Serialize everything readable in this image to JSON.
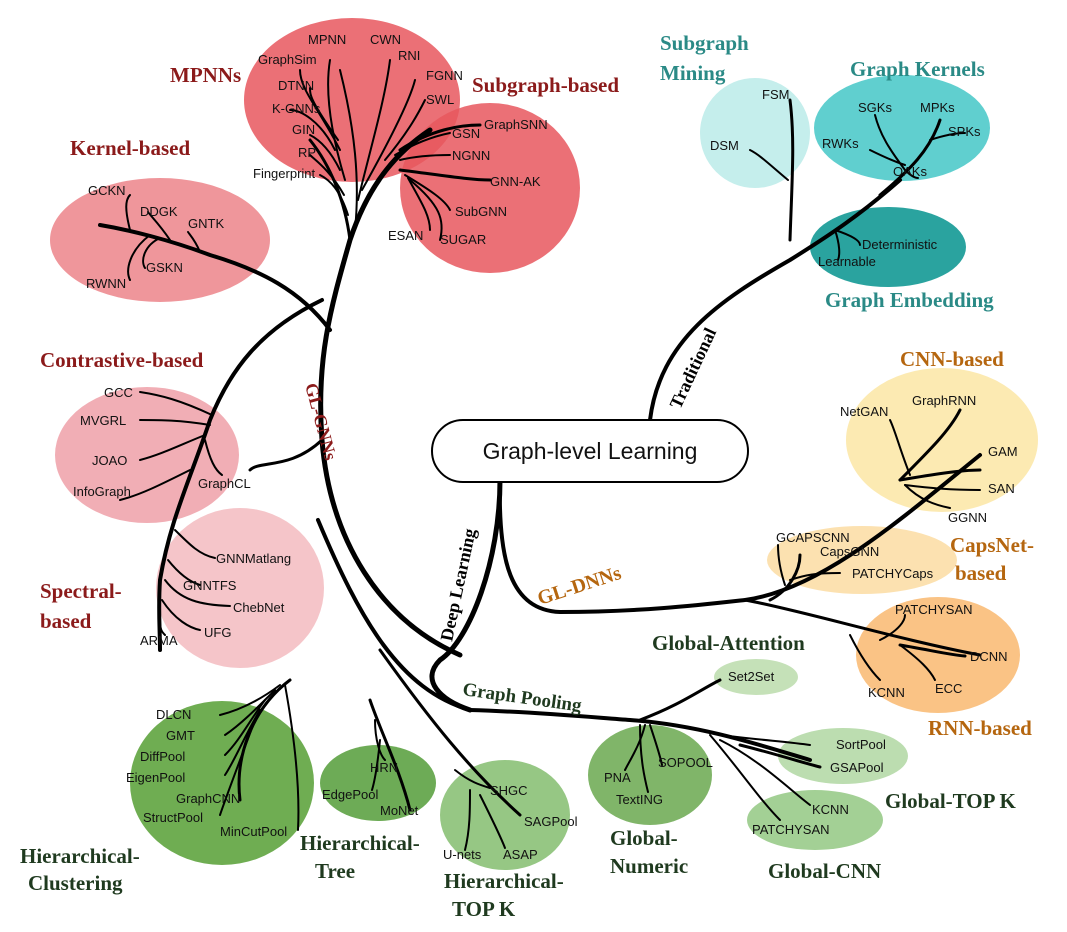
{
  "root": "Graph-level Learning",
  "branches": {
    "traditional": "Traditional",
    "deep_learning": "Deep Learning",
    "gl_gnns": "GL-GNNs",
    "gl_dnns": "GL-DNNs",
    "graph_pooling": "Graph Pooling"
  },
  "groups": {
    "mpnns": {
      "title": "MPNNs",
      "items": [
        "MPNN",
        "CWN",
        "GraphSim",
        "RNI",
        "DTNN",
        "K-GNNs",
        "GIN",
        "RP",
        "Fingerprint"
      ]
    },
    "subgraph_based": {
      "title": "Subgraph-based",
      "items": [
        "FGNN",
        "SWL",
        "GraphSNN",
        "GSN",
        "NGNN",
        "GNN-AK",
        "SubGNN",
        "ESAN",
        "SUGAR"
      ]
    },
    "kernel_based": {
      "title": "Kernel-based",
      "items": [
        "GCKN",
        "DDGK",
        "GNTK",
        "GSKN",
        "RWNN"
      ]
    },
    "contrastive_based": {
      "title": "Contrastive-based",
      "items": [
        "GCC",
        "MVGRL",
        "JOAO",
        "InfoGraph",
        "GraphCL"
      ]
    },
    "spectral_based": {
      "title_line1": "Spectral-",
      "title_line2": "based",
      "items": [
        "GNNMatlang",
        "GNNTFS",
        "ChebNet",
        "UFG",
        "ARMA"
      ]
    },
    "subgraph_mining": {
      "title_line1": "Subgraph",
      "title_line2": "Mining",
      "items": [
        "FSM",
        "DSM"
      ]
    },
    "graph_kernels": {
      "title": "Graph Kernels",
      "items": [
        "SGKs",
        "MPKs",
        "SPKs",
        "RWKs",
        "OAKs"
      ]
    },
    "graph_embedding": {
      "title": "Graph Embedding",
      "items": [
        "Deterministic",
        "Learnable"
      ]
    },
    "cnn_based": {
      "title": "CNN-based",
      "items": [
        "NetGAN",
        "GraphRNN",
        "GAM",
        "SAN",
        "GGNN"
      ]
    },
    "capsnet_based": {
      "title_line1": "CapsNet-",
      "title_line2": "based",
      "items": [
        "GCAPSCNN",
        "CapsGNN",
        "PATCHYCaps"
      ]
    },
    "rnn_based": {
      "title": "RNN-based",
      "items": [
        "PATCHYSAN",
        "DCNN",
        "ECC",
        "KCNN"
      ]
    },
    "global_attention": {
      "title": "Global-Attention",
      "items": [
        "Set2Set"
      ]
    },
    "global_top_k": {
      "title": "Global-TOP K",
      "items": [
        "SortPool",
        "GSAPool"
      ]
    },
    "global_cnn": {
      "title": "Global-CNN",
      "items": [
        "KCNN",
        "PATCHYSAN"
      ]
    },
    "global_numeric": {
      "title_line1": "Global-",
      "title_line2": "Numeric",
      "items": [
        "SOPOOL",
        "PNA",
        "TextING"
      ]
    },
    "hierarchical_top_k": {
      "title_line1": "Hierarchical-",
      "title_line2": "TOP K",
      "items": [
        "SHGC",
        "SAGPool",
        "U-nets",
        "ASAP"
      ]
    },
    "hierarchical_tree": {
      "title_line1": "Hierarchical-",
      "title_line2": "Tree",
      "items": [
        "HRN",
        "EdgePool",
        "MoNet"
      ]
    },
    "hierarchical_clustering": {
      "title_line1": "Hierarchical-",
      "title_line2": "Clustering",
      "items": [
        "DLCN",
        "GMT",
        "DiffPool",
        "EigenPool",
        "GraphCNN",
        "StructPool",
        "MinCutPool"
      ]
    }
  },
  "colors": {
    "gnn_red": "#e8575e",
    "gnn_pink": "#eea5ad",
    "gnn_title": "#8b1a1a",
    "trad_teal": "#2bbfbf",
    "trad_title": "#2a8a86",
    "dnn_yellow": "#fbe6a5",
    "dnn_orange": "#f9b870",
    "dnn_title": "#b5660f",
    "pool_green": "#6aa84f",
    "pool_title": "#1f3a1f"
  }
}
